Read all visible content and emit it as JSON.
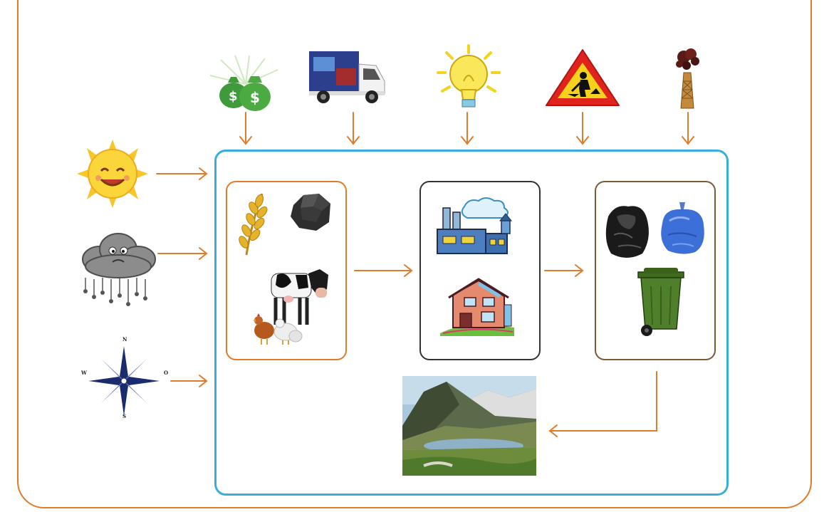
{
  "diagram": {
    "colors": {
      "frame": "#e07b2a",
      "system_border": "#3aaed8",
      "arrow": "#e07b2a",
      "process_border": "#333333",
      "waste_border": "#7a5a36"
    },
    "external_inputs_top": [
      "money-bags-icon",
      "delivery-truck-icon",
      "light-bulb-icon",
      "road-works-sign-icon",
      "oil-derrick-icon"
    ],
    "external_inputs_left": [
      "sun-icon",
      "rain-cloud-icon",
      "compass-rose-icon"
    ],
    "resources": [
      "wheat-icon",
      "coal-icon",
      "cow-icon",
      "chickens-icon"
    ],
    "processing": [
      "factory-icon",
      "house-icon"
    ],
    "waste": [
      "black-garbage-bag-icon",
      "blue-garbage-bag-icon",
      "green-wheelie-bin-icon"
    ],
    "environment": [
      "mountain-lake-landscape-icon"
    ],
    "compass": {
      "north": "N",
      "south": "S",
      "west": "W",
      "east": "O"
    }
  }
}
